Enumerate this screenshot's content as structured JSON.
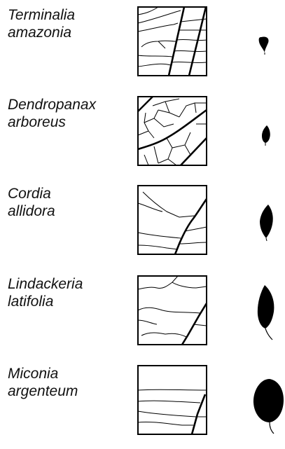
{
  "species": [
    {
      "genus": "Terminalia",
      "epithet": "amazonia"
    },
    {
      "genus": "Dendropanax",
      "epithet": "arboreus"
    },
    {
      "genus": "Cordia",
      "epithet": "allidora"
    },
    {
      "genus": "Lindackeria",
      "epithet": "latifolia"
    },
    {
      "genus": "Miconia",
      "epithet": "argenteum"
    }
  ],
  "colors": {
    "ink": "#000000",
    "text": "#111111",
    "background": "#ffffff"
  }
}
